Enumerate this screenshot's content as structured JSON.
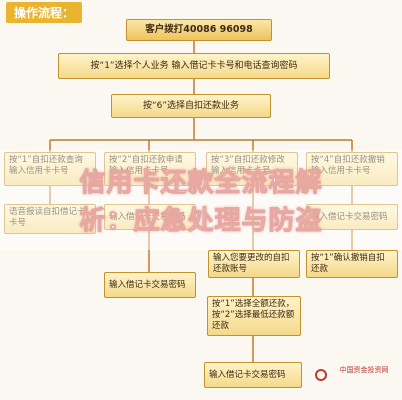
{
  "header": {
    "title": "操作流程："
  },
  "steps": {
    "call": "客户拨打40086 96098",
    "select_personal": "按“1”选择个人业务  输入借记卡卡号和电话查询密码",
    "select_repay": "按“6”选择自扣还款业务",
    "opt1": "按“1”自扣还款查询  输入信用卡卡号",
    "opt2": "按“2”自扣还款申请  输入信用卡卡号",
    "opt3": "按“3”自扣还款修改  输入信用卡卡号",
    "opt4": "按“4”自扣还款撤销  输入信用卡卡号",
    "voice": "语音报读自扣借记卡卡号",
    "debit_pwd_2": "输入借记卡交易密码",
    "cancel_confirm": "按“1”确认撤销自扣还款",
    "change_account": "输入您要更改的自扣还款账号",
    "pay_mode": "按“1”选择全额还款，按“2”选择最低还款额还款",
    "debit_pwd_4": "输入借记卡交易密码",
    "debit_pwd_final": "输入借记卡交易密码"
  },
  "overlay": {
    "line1": "信用卡还款全流程解",
    "line2": "析：应急处理与防盗"
  },
  "watermark": {
    "text": "中国资金投资网"
  },
  "colors": {
    "line": "#c07a2a",
    "box_border": "#c2922e",
    "title_bg": "#e9b531"
  }
}
